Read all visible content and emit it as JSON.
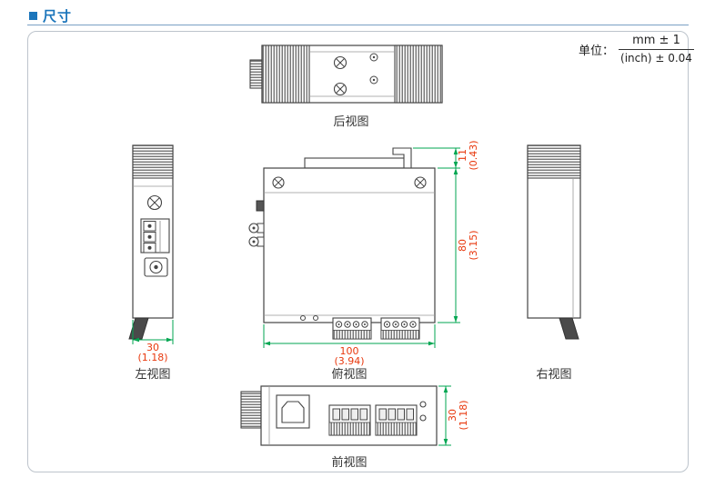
{
  "page": {
    "title": "尺寸"
  },
  "unit": {
    "label": "单位：",
    "mm": "mm ± 1",
    "inch": "(inch) ± 0.04"
  },
  "views": {
    "rear": "后视图",
    "left": "左视图",
    "top": "俯视图",
    "right": "右视图",
    "front": "前视图"
  },
  "dimensions": {
    "left_width_mm": "30",
    "left_width_inch": "(1.18)",
    "top_width_mm": "100",
    "top_width_inch": "(3.94)",
    "top_height_mm": "80",
    "top_height_inch": "(3.15)",
    "clip_mm": "11",
    "clip_inch": "(0.43)",
    "front_height_mm": "30",
    "front_height_inch": "(1.18)"
  },
  "colors": {
    "accent_blue": "#1b75bb",
    "dimension_green": "#00a651",
    "dimension_red": "#e8380d",
    "line_dark": "#444444"
  }
}
